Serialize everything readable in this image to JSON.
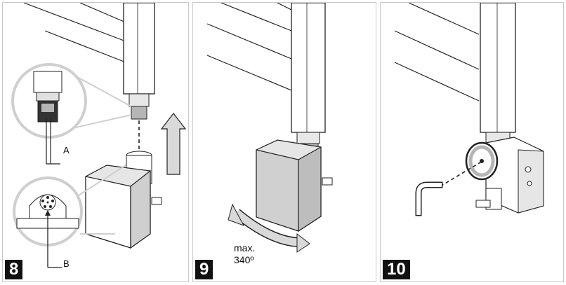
{
  "steps": [
    {
      "number": "8",
      "callouts": {
        "a": "A",
        "b": "B"
      }
    },
    {
      "number": "9",
      "note_line1": "max.",
      "note_line2": "340º"
    },
    {
      "number": "10"
    }
  ],
  "colors": {
    "line": "#222222",
    "shade": "#d9d9d9",
    "mid": "#b5b5b5",
    "dark": "#333333",
    "zoom": "#cfcfcf"
  }
}
